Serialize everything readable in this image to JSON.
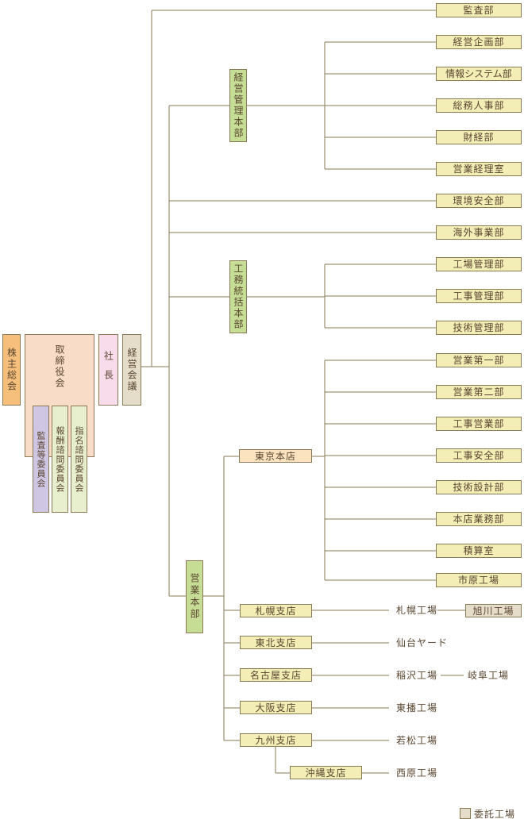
{
  "colors": {
    "line": "#8a7a55",
    "shareholders": "#f6c07c",
    "board": "#f8dcc8",
    "president": "#f8dcec",
    "management_council": "#e5ddc9",
    "audit_committee": "#cfc6e4",
    "committee": "#e8efcf",
    "headquarters": "#c6dd96",
    "department": "#f2eeb6",
    "branch_main": "#fbe3c0",
    "outsourced": "#e5ddc9"
  },
  "left": {
    "shareholders": "株主総会",
    "board": "取締役会",
    "audit_committee": "監査等委員会",
    "compensation_committee": "報酬諮問委員会",
    "nomination_committee": "指名諮問委員会",
    "president": "社長",
    "management_council": "経営会議"
  },
  "top": {
    "audit_dept": "監査部",
    "hq_management": "経営管理本部",
    "management_depts": [
      "経営企画部",
      "情報システム部",
      "総務人事部",
      "財経部",
      "営業経理室"
    ],
    "environment_safety": "環境安全部",
    "overseas": "海外事業部",
    "hq_engineering": "工務統括本部",
    "engineering_depts": [
      "工場管理部",
      "工事管理部",
      "技術管理部"
    ]
  },
  "sales": {
    "hq_sales": "営業本部",
    "tokyo": "東京本店",
    "tokyo_depts": [
      "営業第一部",
      "営業第二部",
      "工事営業部",
      "工事安全部",
      "技術設計部",
      "本店業務部",
      "積算室",
      "市原工場"
    ],
    "sapporo": "札幌支店",
    "sapporo_factory": "札幌工場",
    "asahikawa_factory": "旭川工場",
    "tohoku": "東北支店",
    "sendai_yard": "仙台ヤード",
    "nagoya": "名古屋支店",
    "inazawa_factory": "稲沢工場",
    "gifu_factory": "岐阜工場",
    "osaka": "大阪支店",
    "higashiharima_factory": "東播工場",
    "kyushu": "九州支店",
    "wakamatsu_factory": "若松工場",
    "okinawa": "沖縄支店",
    "nishihara_factory": "西原工場"
  },
  "legend": {
    "outsourced_label": "委託工場"
  }
}
